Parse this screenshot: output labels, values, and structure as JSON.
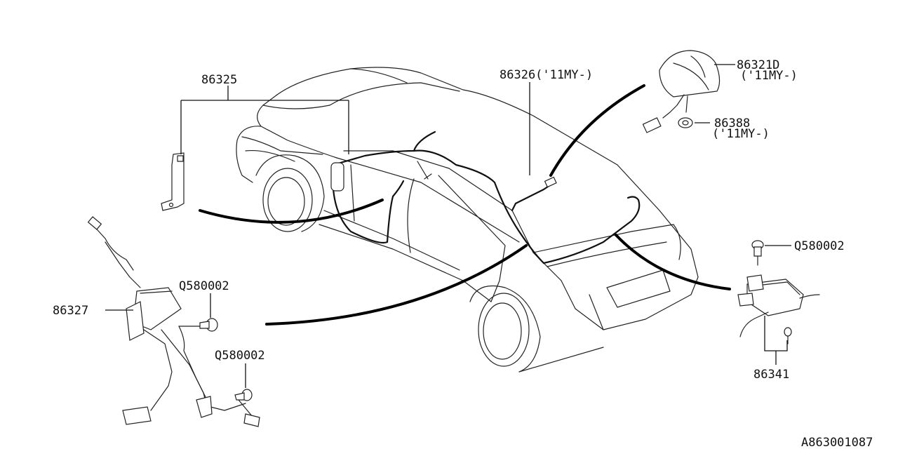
{
  "parts": {
    "p86325": "86325",
    "p86326": "86326('11MY-)",
    "p86321d": "86321D",
    "p86321d_note": "('11MY-)",
    "p86388": "86388",
    "p86388_note": "('11MY-)",
    "q580002_right": "Q580002",
    "q580002_mid": "Q580002",
    "q580002_low": "Q580002",
    "p86327": "86327",
    "p86341": "86341"
  },
  "diagram_id": "A863001087"
}
